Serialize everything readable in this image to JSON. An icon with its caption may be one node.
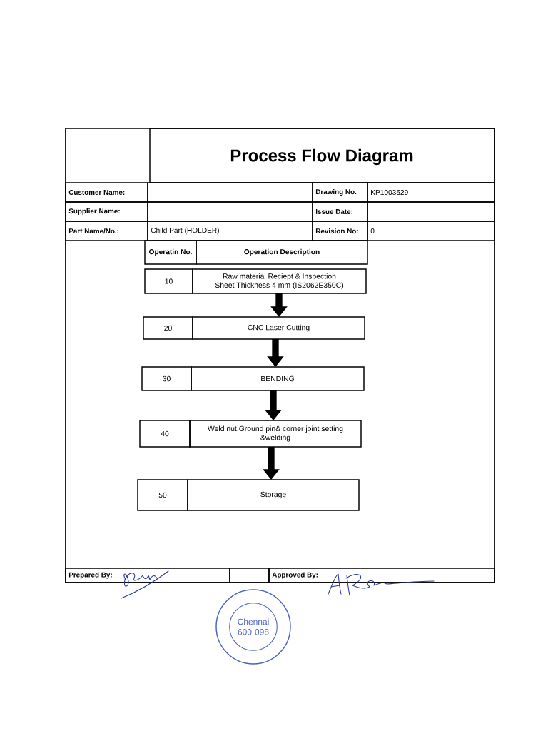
{
  "diagram": {
    "title": "Process Flow Diagram",
    "nodes": [
      {
        "text": [
          "Operatin No.",
          "Operation Description"
        ]
      },
      {
        "text": [
          "10",
          "Raw material Reciept & Inspection Sheet Thickness 4 mm (IS2062E350C)"
        ]
      },
      {
        "text": [
          "20",
          "CNC Laser Cutting"
        ]
      },
      {
        "text": [
          "30",
          "BENDING"
        ]
      },
      {
        "text": [
          "40",
          "Weld nut,Ground pin& corner joint setting &welding"
        ]
      },
      {
        "text": [
          "50",
          "Storage"
        ]
      }
    ],
    "edges": [
      {
        "from": 1,
        "to": 2,
        "arrow": "to"
      },
      {
        "from": 2,
        "to": 3,
        "arrow": "to"
      },
      {
        "from": 3,
        "to": 4,
        "arrow": "to"
      },
      {
        "from": 4,
        "to": 5,
        "arrow": "to"
      }
    ],
    "labels": [
      "Customer Name:",
      "Drawing No.",
      "KP1003529",
      "Supplier Name:",
      "Issue Date:",
      "Part Name/No.:",
      "Child Part (HOLDER)",
      "Revision No:",
      "0",
      "Prepared By:",
      "Approved By:",
      "Chennai 600 098"
    ]
  }
}
